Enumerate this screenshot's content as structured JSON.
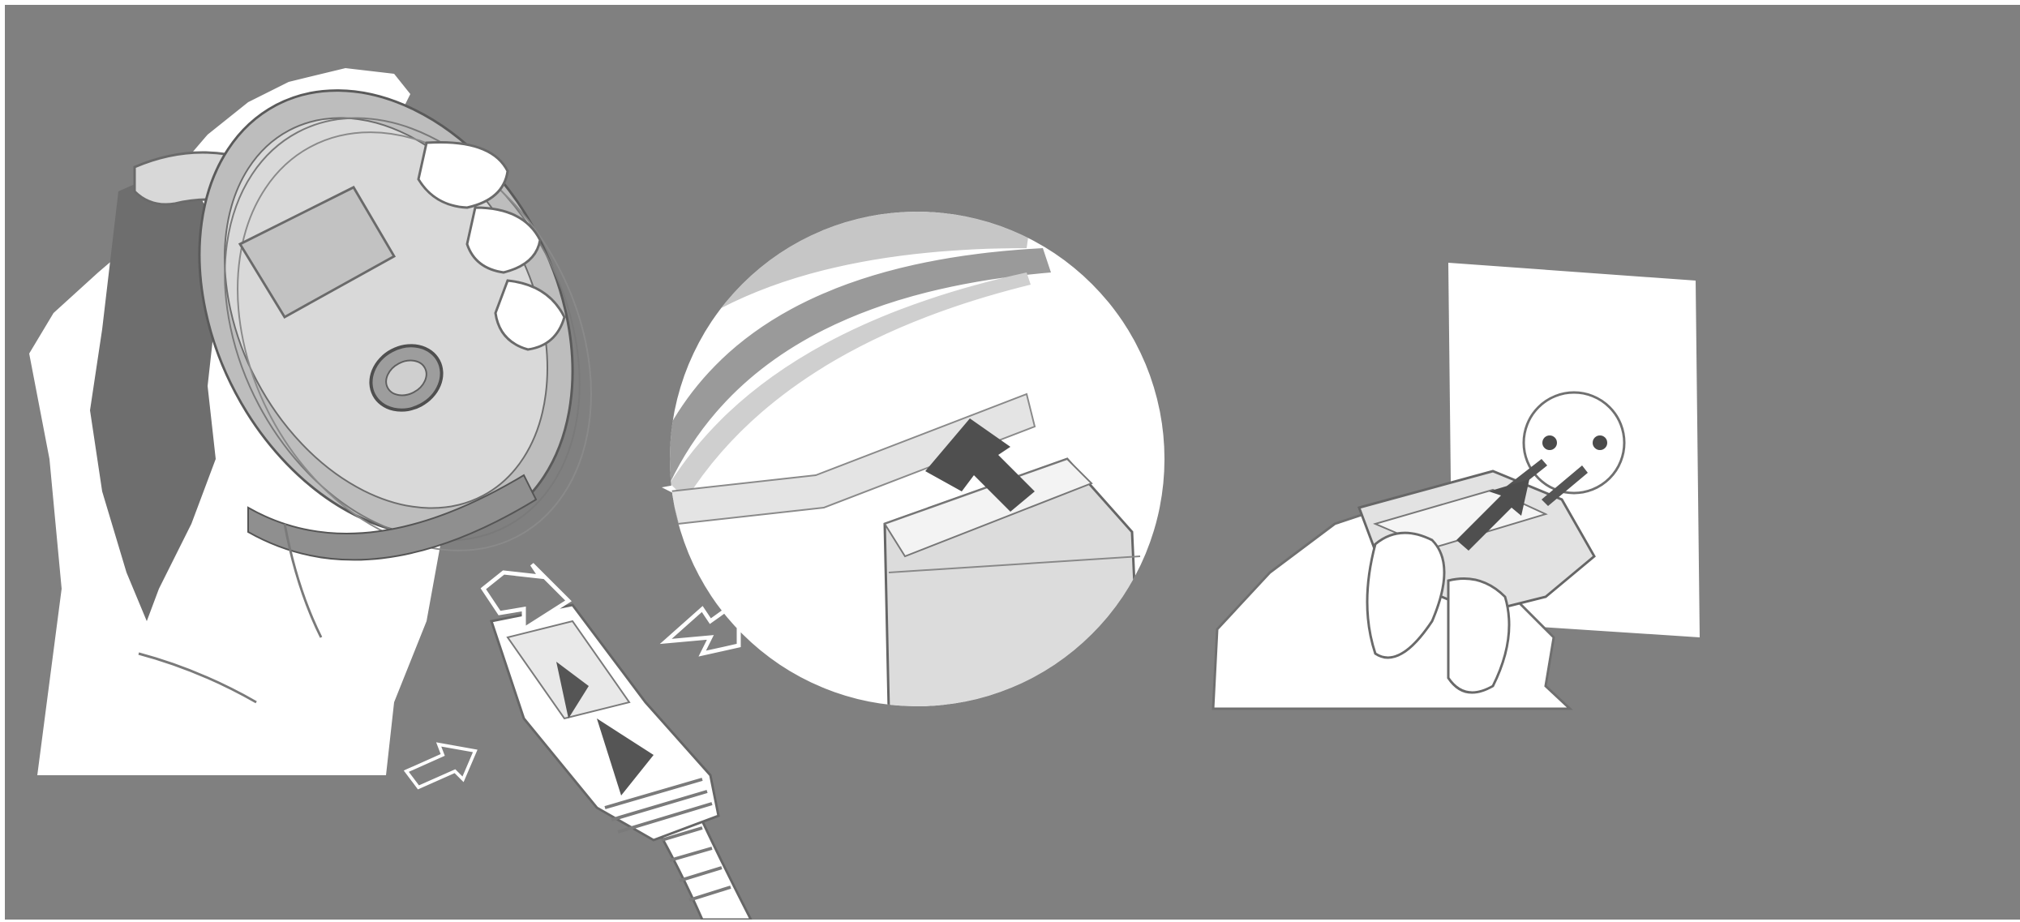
{
  "scene": {
    "background_color": "#808080",
    "illustration_color": "#ffffff",
    "line_color": "#555555",
    "shade_light": "#e6e6e6",
    "shade_mid": "#c8c8c8",
    "shade_dark": "#a6a6a6"
  },
  "figures": [
    {
      "name": "hand-holding-phone",
      "icon": "phone-in-hand-illustration"
    },
    {
      "name": "charger-connector",
      "icon": "connector-plug-illustration"
    },
    {
      "name": "connector-zoom-detail",
      "icon": "magnified-port-illustration"
    },
    {
      "name": "wall-outlet-plug",
      "icon": "plug-into-socket-illustration"
    }
  ]
}
